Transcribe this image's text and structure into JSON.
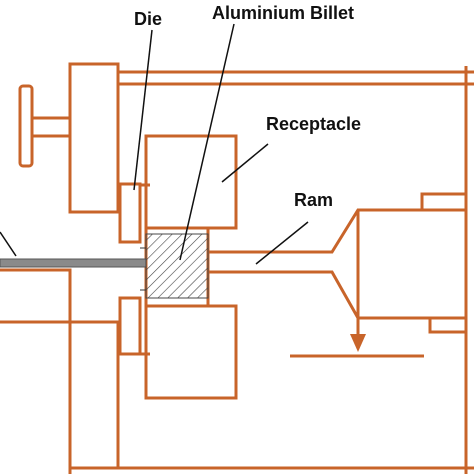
{
  "labels": {
    "die": "Die",
    "billet": "Aluminium Billet",
    "receptacle": "Receptacle",
    "ram": "Ram"
  },
  "colors": {
    "frame": "#C8642A",
    "extrudate": "#8A8A8A",
    "billet_hatch": "#444444",
    "text": "#111111",
    "background": "#FFFFFF"
  }
}
